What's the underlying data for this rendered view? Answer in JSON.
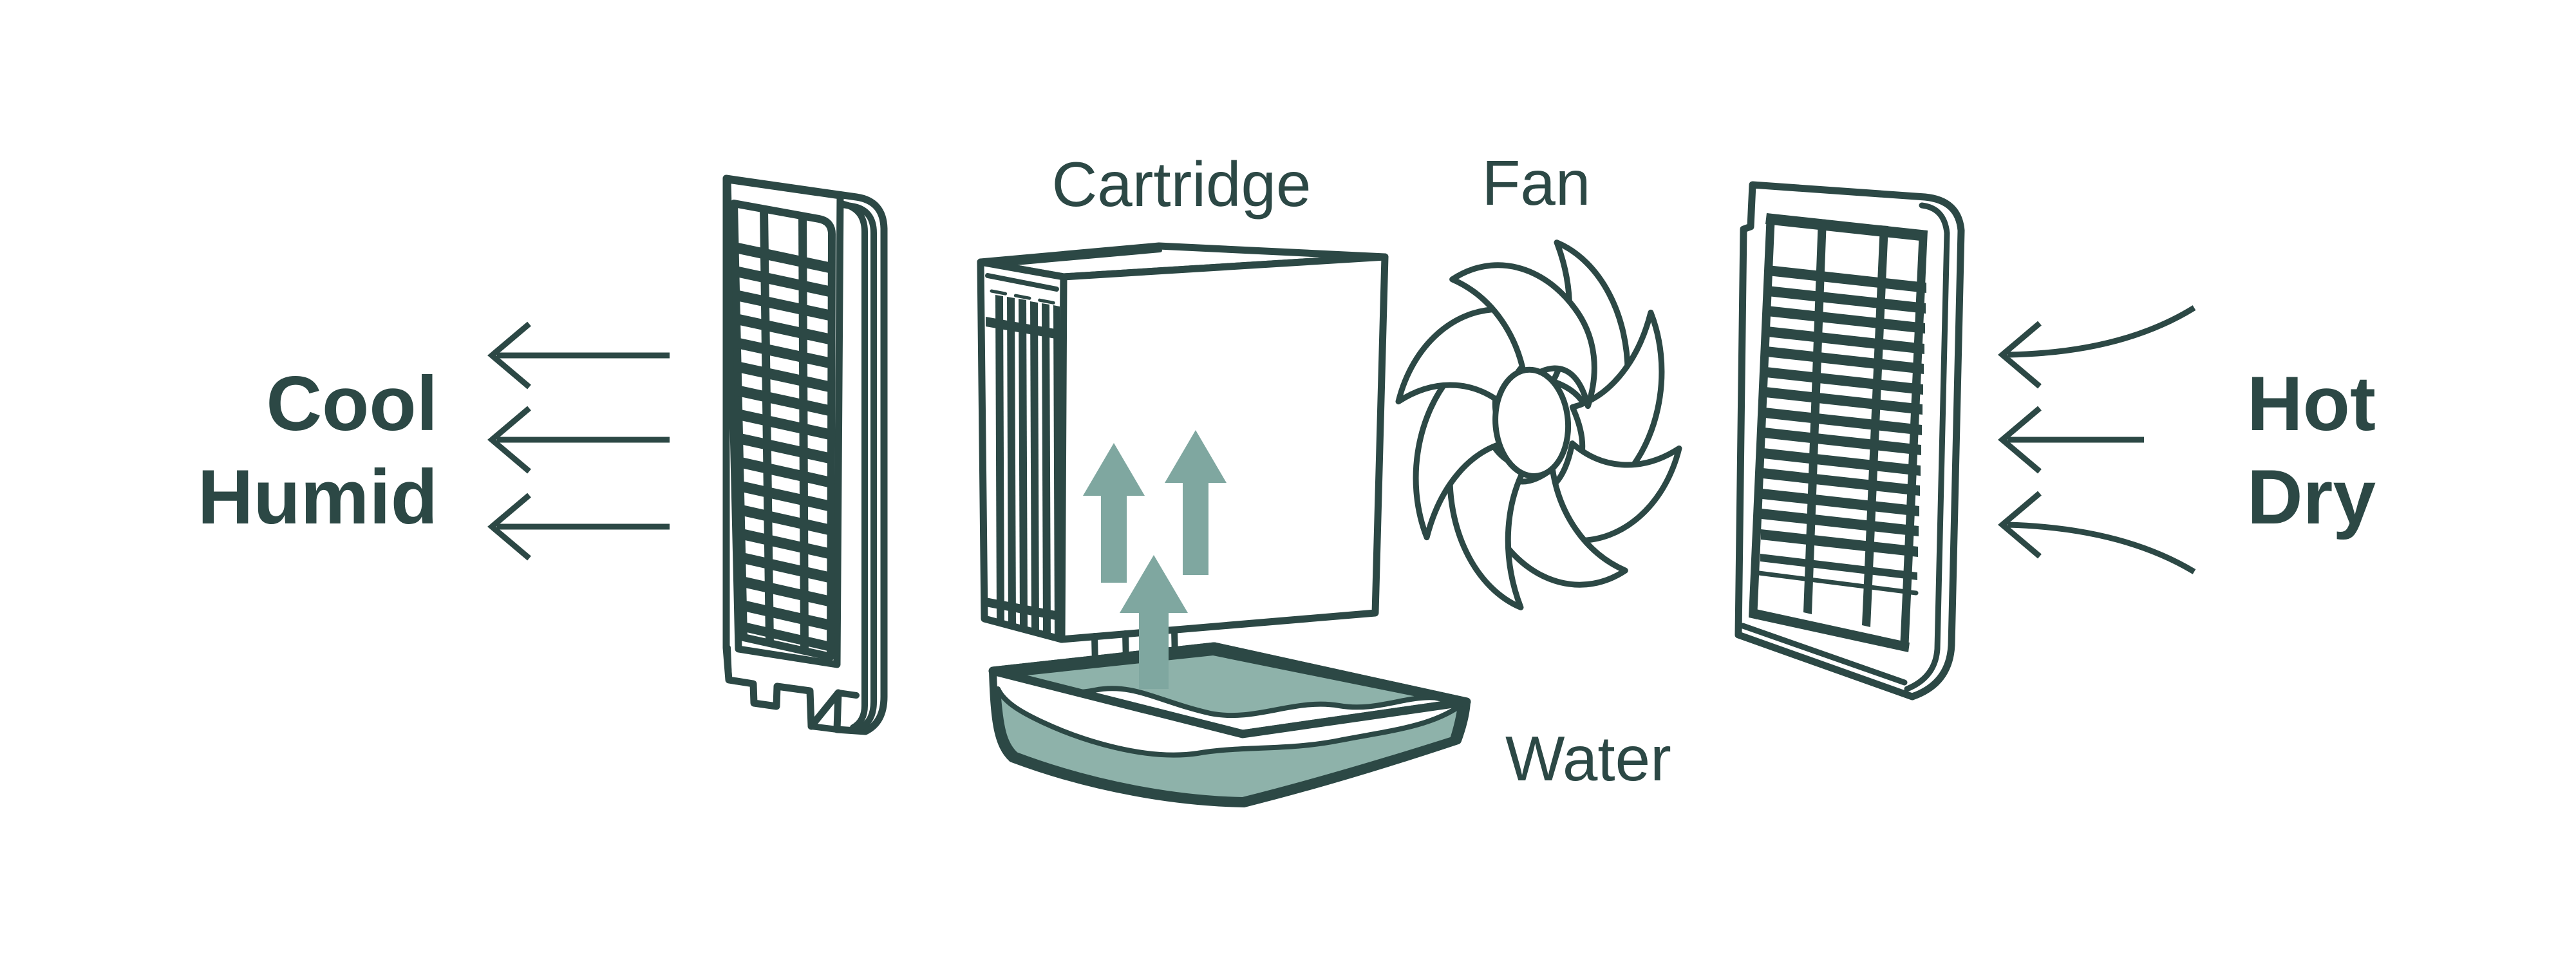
{
  "labels": {
    "cool": "Cool",
    "humid": "Humid",
    "cartridge": "Cartridge",
    "fan": "Fan",
    "water": "Water",
    "hot": "Hot",
    "dry": "Dry"
  },
  "colors": {
    "ink": "#2C4845",
    "teal": "#7FA7A0",
    "water": "#8EB2AA",
    "background": "#FFFFFF"
  },
  "airflow": {
    "left_out_arrow_count": 3,
    "right_in_arrow_count": 3,
    "evaporation_arrow_count": 3,
    "direction": "right-to-left"
  }
}
